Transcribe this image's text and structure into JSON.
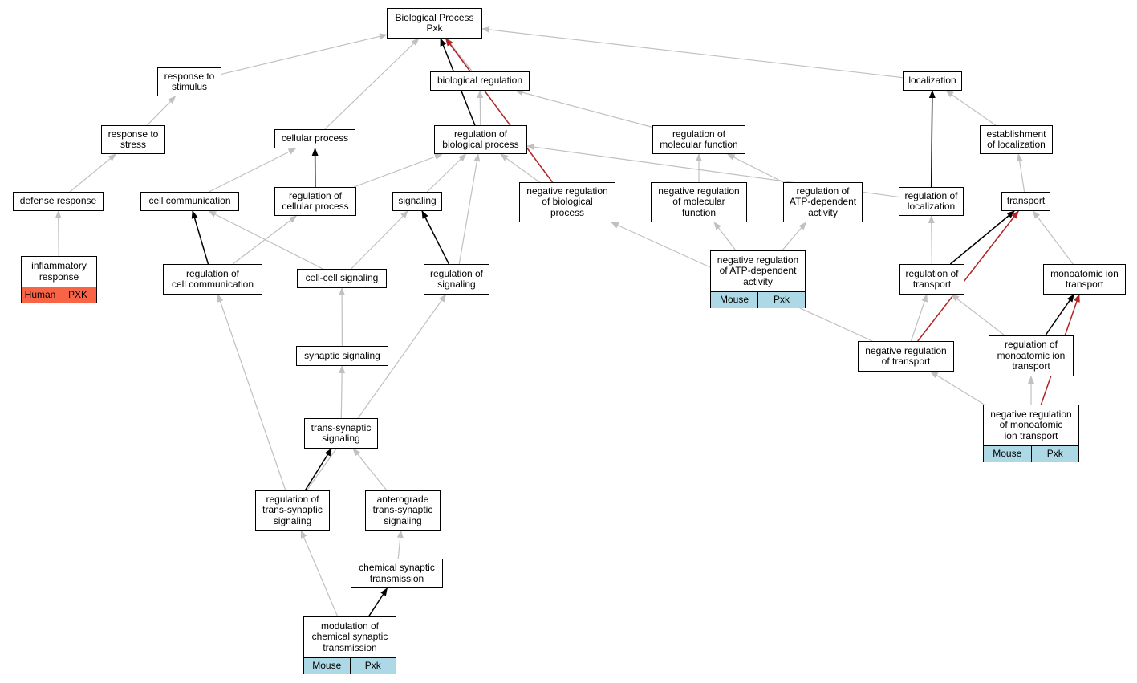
{
  "colors": {
    "gray_edge": "#c0c0c0",
    "black_edge": "#000000",
    "red_edge": "#b22222",
    "human_tag": "#fa6446",
    "mouse_tag": "#add8e6"
  },
  "nodes": {
    "root": "Biological Process\nPxk",
    "response_to_stimulus": "response to\nstimulus",
    "biological_regulation": "biological regulation",
    "localization": "localization",
    "response_to_stress": "response to\nstress",
    "cellular_process": "cellular process",
    "regulation_of_biological_process": "regulation of\nbiological process",
    "regulation_of_molecular_function": "regulation of\nmolecular function",
    "establishment_of_localization": "establishment\nof localization",
    "defense_response": "defense response",
    "cell_communication": "cell communication",
    "regulation_of_cellular_process": "regulation of\ncellular process",
    "signaling": "signaling",
    "negative_regulation_of_biological_process": "negative regulation\nof biological\nprocess",
    "negative_regulation_of_molecular_function": "negative regulation\nof molecular\nfunction",
    "regulation_of_atp_dependent_activity": "regulation of\nATP-dependent\nactivity",
    "regulation_of_localization": "regulation of\nlocalization",
    "transport": "transport",
    "inflammatory_response": "inflammatory\nresponse",
    "regulation_of_cell_communication": "regulation of\ncell communication",
    "cell_cell_signaling": "cell-cell signaling",
    "regulation_of_signaling": "regulation of\nsignaling",
    "negative_regulation_of_atp_dependent_activity": "negative regulation\nof ATP-dependent\nactivity",
    "regulation_of_transport": "regulation of\ntransport",
    "monoatomic_ion_transport": "monoatomic ion\ntransport",
    "synaptic_signaling": "synaptic signaling",
    "negative_regulation_of_transport": "negative regulation\nof transport",
    "regulation_of_monoatomic_ion_transport": "regulation of\nmonoatomic ion\ntransport",
    "negative_regulation_of_monoatomic_ion_transport": "negative regulation\nof monoatomic\nion transport",
    "trans_synaptic_signaling": "trans-synaptic\nsignaling",
    "regulation_of_trans_synaptic_signaling": "regulation of\ntrans-synaptic\nsignaling",
    "anterograde_trans_synaptic_signaling": "anterograde\ntrans-synaptic\nsignaling",
    "chemical_synaptic_transmission": "chemical synaptic\ntransmission",
    "modulation_of_chemical_synaptic_transmission": "modulation of\nchemical synaptic\ntransmission"
  },
  "tags": {
    "inflammatory_response": [
      "Human",
      "PXK"
    ],
    "negative_regulation_of_atp_dependent_activity": [
      "Mouse",
      "Pxk"
    ],
    "negative_regulation_of_monoatomic_ion_transport": [
      "Mouse",
      "Pxk"
    ],
    "modulation_of_chemical_synaptic_transmission": [
      "Mouse",
      "Pxk"
    ]
  },
  "tag_colors": {
    "inflammatory_response": "human_tag",
    "negative_regulation_of_atp_dependent_activity": "mouse_tag",
    "negative_regulation_of_monoatomic_ion_transport": "mouse_tag",
    "modulation_of_chemical_synaptic_transmission": "mouse_tag"
  },
  "edges": [
    {
      "from": "response_to_stimulus",
      "to": "root",
      "color": "gray"
    },
    {
      "from": "biological_regulation",
      "to": "root",
      "color": "gray"
    },
    {
      "from": "localization",
      "to": "root",
      "color": "gray"
    },
    {
      "from": "cellular_process",
      "to": "root",
      "color": "gray"
    },
    {
      "from": "regulation_of_biological_process",
      "to": "root",
      "color": "black"
    },
    {
      "from": "negative_regulation_of_biological_process",
      "to": "root",
      "color": "red"
    },
    {
      "from": "response_to_stress",
      "to": "response_to_stimulus",
      "color": "gray"
    },
    {
      "from": "defense_response",
      "to": "response_to_stress",
      "color": "gray"
    },
    {
      "from": "inflammatory_response",
      "to": "defense_response",
      "color": "gray"
    },
    {
      "from": "regulation_of_biological_process",
      "to": "biological_regulation",
      "color": "gray"
    },
    {
      "from": "regulation_of_molecular_function",
      "to": "biological_regulation",
      "color": "gray"
    },
    {
      "from": "regulation_of_localization",
      "to": "localization",
      "color": "black"
    },
    {
      "from": "establishment_of_localization",
      "to": "localization",
      "color": "gray"
    },
    {
      "from": "transport",
      "to": "establishment_of_localization",
      "color": "gray"
    },
    {
      "from": "cell_communication",
      "to": "cellular_process",
      "color": "gray"
    },
    {
      "from": "regulation_of_cellular_process",
      "to": "cellular_process",
      "color": "black"
    },
    {
      "from": "regulation_of_cellular_process",
      "to": "regulation_of_biological_process",
      "color": "gray"
    },
    {
      "from": "signaling",
      "to": "regulation_of_biological_process",
      "color": "gray"
    },
    {
      "from": "regulation_of_signaling",
      "to": "regulation_of_biological_process",
      "color": "gray"
    },
    {
      "from": "negative_regulation_of_biological_process",
      "to": "regulation_of_biological_process",
      "color": "gray"
    },
    {
      "from": "regulation_of_localization",
      "to": "regulation_of_biological_process",
      "color": "gray"
    },
    {
      "from": "negative_regulation_of_molecular_function",
      "to": "regulation_of_molecular_function",
      "color": "gray"
    },
    {
      "from": "regulation_of_atp_dependent_activity",
      "to": "regulation_of_molecular_function",
      "color": "gray"
    },
    {
      "from": "regulation_of_cell_communication",
      "to": "cell_communication",
      "color": "black"
    },
    {
      "from": "cell_cell_signaling",
      "to": "cell_communication",
      "color": "gray"
    },
    {
      "from": "regulation_of_cell_communication",
      "to": "regulation_of_cellular_process",
      "color": "gray"
    },
    {
      "from": "cell_cell_signaling",
      "to": "signaling",
      "color": "gray"
    },
    {
      "from": "regulation_of_signaling",
      "to": "signaling",
      "color": "black"
    },
    {
      "from": "negative_regulation_of_transport",
      "to": "negative_regulation_of_biological_process",
      "color": "gray"
    },
    {
      "from": "negative_regulation_of_atp_dependent_activity",
      "to": "negative_regulation_of_molecular_function",
      "color": "gray"
    },
    {
      "from": "negative_regulation_of_atp_dependent_activity",
      "to": "regulation_of_atp_dependent_activity",
      "color": "gray"
    },
    {
      "from": "regulation_of_transport",
      "to": "regulation_of_localization",
      "color": "gray"
    },
    {
      "from": "regulation_of_transport",
      "to": "transport",
      "color": "black"
    },
    {
      "from": "negative_regulation_of_transport",
      "to": "transport",
      "color": "red"
    },
    {
      "from": "monoatomic_ion_transport",
      "to": "transport",
      "color": "gray"
    },
    {
      "from": "synaptic_signaling",
      "to": "cell_cell_signaling",
      "color": "gray"
    },
    {
      "from": "negative_regulation_of_transport",
      "to": "regulation_of_transport",
      "color": "gray"
    },
    {
      "from": "regulation_of_monoatomic_ion_transport",
      "to": "regulation_of_transport",
      "color": "gray"
    },
    {
      "from": "regulation_of_monoatomic_ion_transport",
      "to": "monoatomic_ion_transport",
      "color": "black"
    },
    {
      "from": "negative_regulation_of_monoatomic_ion_transport",
      "to": "monoatomic_ion_transport",
      "color": "red"
    },
    {
      "from": "negative_regulation_of_monoatomic_ion_transport",
      "to": "negative_regulation_of_transport",
      "color": "gray"
    },
    {
      "from": "negative_regulation_of_monoatomic_ion_transport",
      "to": "regulation_of_monoatomic_ion_transport",
      "color": "gray"
    },
    {
      "from": "trans_synaptic_signaling",
      "to": "synaptic_signaling",
      "color": "gray"
    },
    {
      "from": "regulation_of_trans_synaptic_signaling",
      "to": "trans_synaptic_signaling",
      "color": "black"
    },
    {
      "from": "anterograde_trans_synaptic_signaling",
      "to": "trans_synaptic_signaling",
      "color": "gray"
    },
    {
      "from": "regulation_of_trans_synaptic_signaling",
      "to": "regulation_of_cell_communication",
      "color": "gray"
    },
    {
      "from": "regulation_of_trans_synaptic_signaling",
      "to": "regulation_of_signaling",
      "color": "gray"
    },
    {
      "from": "chemical_synaptic_transmission",
      "to": "anterograde_trans_synaptic_signaling",
      "color": "gray"
    },
    {
      "from": "modulation_of_chemical_synaptic_transmission",
      "to": "regulation_of_trans_synaptic_signaling",
      "color": "gray"
    },
    {
      "from": "modulation_of_chemical_synaptic_transmission",
      "to": "chemical_synaptic_transmission",
      "color": "black"
    }
  ]
}
